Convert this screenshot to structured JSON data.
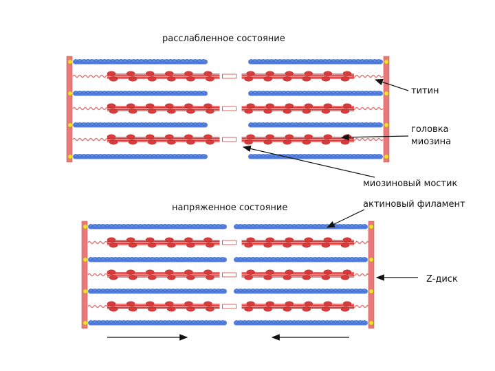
{
  "titles": {
    "relaxed": "расслабленное состояние",
    "contracted": "напряженное состояние"
  },
  "labels": {
    "titin": "титин",
    "myosin_head_line1": "головка",
    "myosin_head_line2": "миозина",
    "myosin_bridge": "миозиновый мостик",
    "actin_filament": "актиновый филамент",
    "z_disc": "Z-диск"
  },
  "colors": {
    "z_disc": "#e8787a",
    "actin": "#3f6fd6",
    "myosin": "#d93a3a",
    "titin": "#e07a7a",
    "anchor": "#f2e030",
    "arrow": "#111111"
  },
  "states": {
    "relaxed": {
      "sarcomere_length_rel": 1.0
    },
    "contracted": {
      "sarcomere_length_rel": 0.94
    }
  }
}
